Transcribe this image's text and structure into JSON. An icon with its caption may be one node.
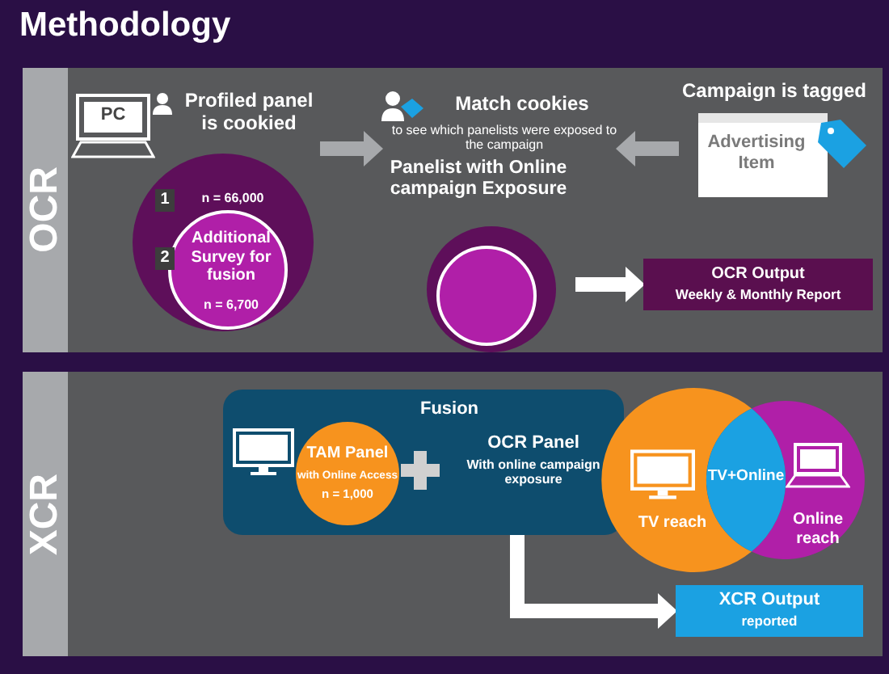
{
  "diagram": {
    "title": "Methodology",
    "nodes": [
      {
        "text": [
          "OCR"
        ]
      },
      {
        "text": [
          "PC"
        ],
        "in": 0
      },
      {
        "text": [
          "Profiled panel is cookied",
          "1",
          "n = 66,000",
          "2"
        ],
        "in": 0
      },
      {
        "text": [
          "Additional Survey for fusion",
          "n = 6,700"
        ],
        "in": 2
      },
      {
        "text": [
          "Match cookies",
          "to see which panelists were exposed to the campaign"
        ],
        "in": 0
      },
      {
        "text": [
          "Campaign is tagged",
          "Advertising Item"
        ],
        "in": 0
      },
      {
        "text": [
          "Panelist with Online campaign Exposure"
        ],
        "in": 0
      },
      {
        "text": [],
        "shape": "circle",
        "in": 6
      },
      {
        "text": [
          "OCR Output",
          "Weekly & Monthly Report"
        ],
        "in": 0
      },
      {
        "text": [
          "XCR"
        ]
      },
      {
        "text": [
          "Fusion"
        ],
        "in": 9
      },
      {
        "text": [
          "TAM Panel",
          "with Online Access",
          "n = 1,000"
        ],
        "in": 10
      },
      {
        "text": [
          "OCR Panel",
          "With online campaign exposure"
        ],
        "in": 10
      },
      {
        "text": [
          "TV reach"
        ],
        "in": 9
      },
      {
        "text": [
          "Online reach"
        ],
        "in": 9
      },
      {
        "text": [
          "TV+Online"
        ],
        "in": 9
      },
      {
        "text": [
          "XCR Output",
          "reported"
        ],
        "in": 9
      }
    ],
    "edges": [
      {
        "from": 2,
        "to": 4,
        "arrow": "to",
        "color": "#a7a9ac"
      },
      {
        "from": 5,
        "to": 4,
        "arrow": "to",
        "color": "#a7a9ac"
      },
      {
        "from": 6,
        "to": 8,
        "arrow": "to"
      },
      {
        "from": 10,
        "to": 16,
        "arrow": "to"
      }
    ]
  }
}
